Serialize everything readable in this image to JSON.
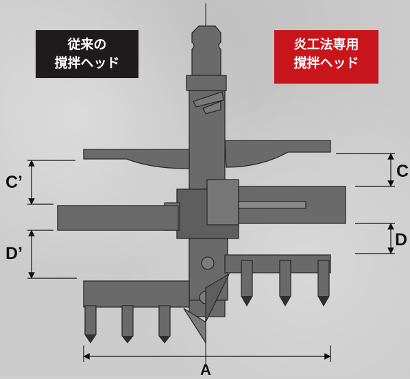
{
  "labels": {
    "conventional": {
      "line1": "従来の",
      "line2": "撹拌ヘッド",
      "bg": "#1e1b1c"
    },
    "new": {
      "line1": "炎工法専用",
      "line2": "撹拌ヘッド",
      "bg": "#c8141b"
    }
  },
  "dimensions": {
    "a": "A",
    "c_conv": "C’",
    "d_conv": "D’",
    "c_new": "C",
    "d_new": "D"
  },
  "colors": {
    "metal": "#6a6a6a",
    "metal_dark": "#4e4e4e",
    "outline": "#2a2a2a"
  }
}
